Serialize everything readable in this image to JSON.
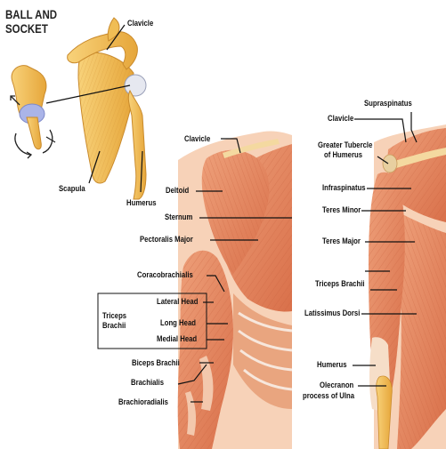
{
  "title": {
    "line1": "BALL AND",
    "line2": "SOCKET"
  },
  "skeleton_panel": {
    "labels": {
      "clavicle": "Clavicle",
      "scapula": "Scapula",
      "humerus": "Humerus"
    }
  },
  "anterior_panel": {
    "labels": {
      "clavicle": "Clavicle",
      "deltoid": "Deltoid",
      "sternum": "Sternum",
      "pectoralis_major": "Pectoralis Major",
      "coracobrachialis": "Coracobrachialis",
      "triceps_group_line1": "Triceps",
      "triceps_group_line2": "Brachii",
      "lateral_head": "Lateral Head",
      "long_head": "Long Head",
      "medial_head": "Medial Head",
      "biceps_brachii": "Biceps Brachii",
      "brachialis": "Brachialis",
      "brachioradialis": "Brachioradialis"
    }
  },
  "posterior_panel": {
    "labels": {
      "supraspinatus": "Supraspinatus",
      "clavicle": "Clavicle",
      "greater_tubercle_line1": "Greater Tubercle",
      "greater_tubercle_line2": "of Humerus",
      "infraspinatus": "Infraspinatus",
      "teres_minor": "Teres Minor",
      "teres_major": "Teres Major",
      "triceps_brachii": "Triceps Brachii",
      "latissimus_dorsi": "Latissimus Dorsi",
      "humerus": "Humerus",
      "olecranon_line1": "Olecranon",
      "olecranon_line2": "process of Ulna"
    }
  },
  "colors": {
    "bone": "#f2c35a",
    "bone_dark": "#d99a2a",
    "muscle": "#e48a62",
    "muscle_dark": "#c8623f",
    "skin": "#f7d2b8",
    "cartilage": "#aab4e8",
    "leader_line": "#111111"
  }
}
